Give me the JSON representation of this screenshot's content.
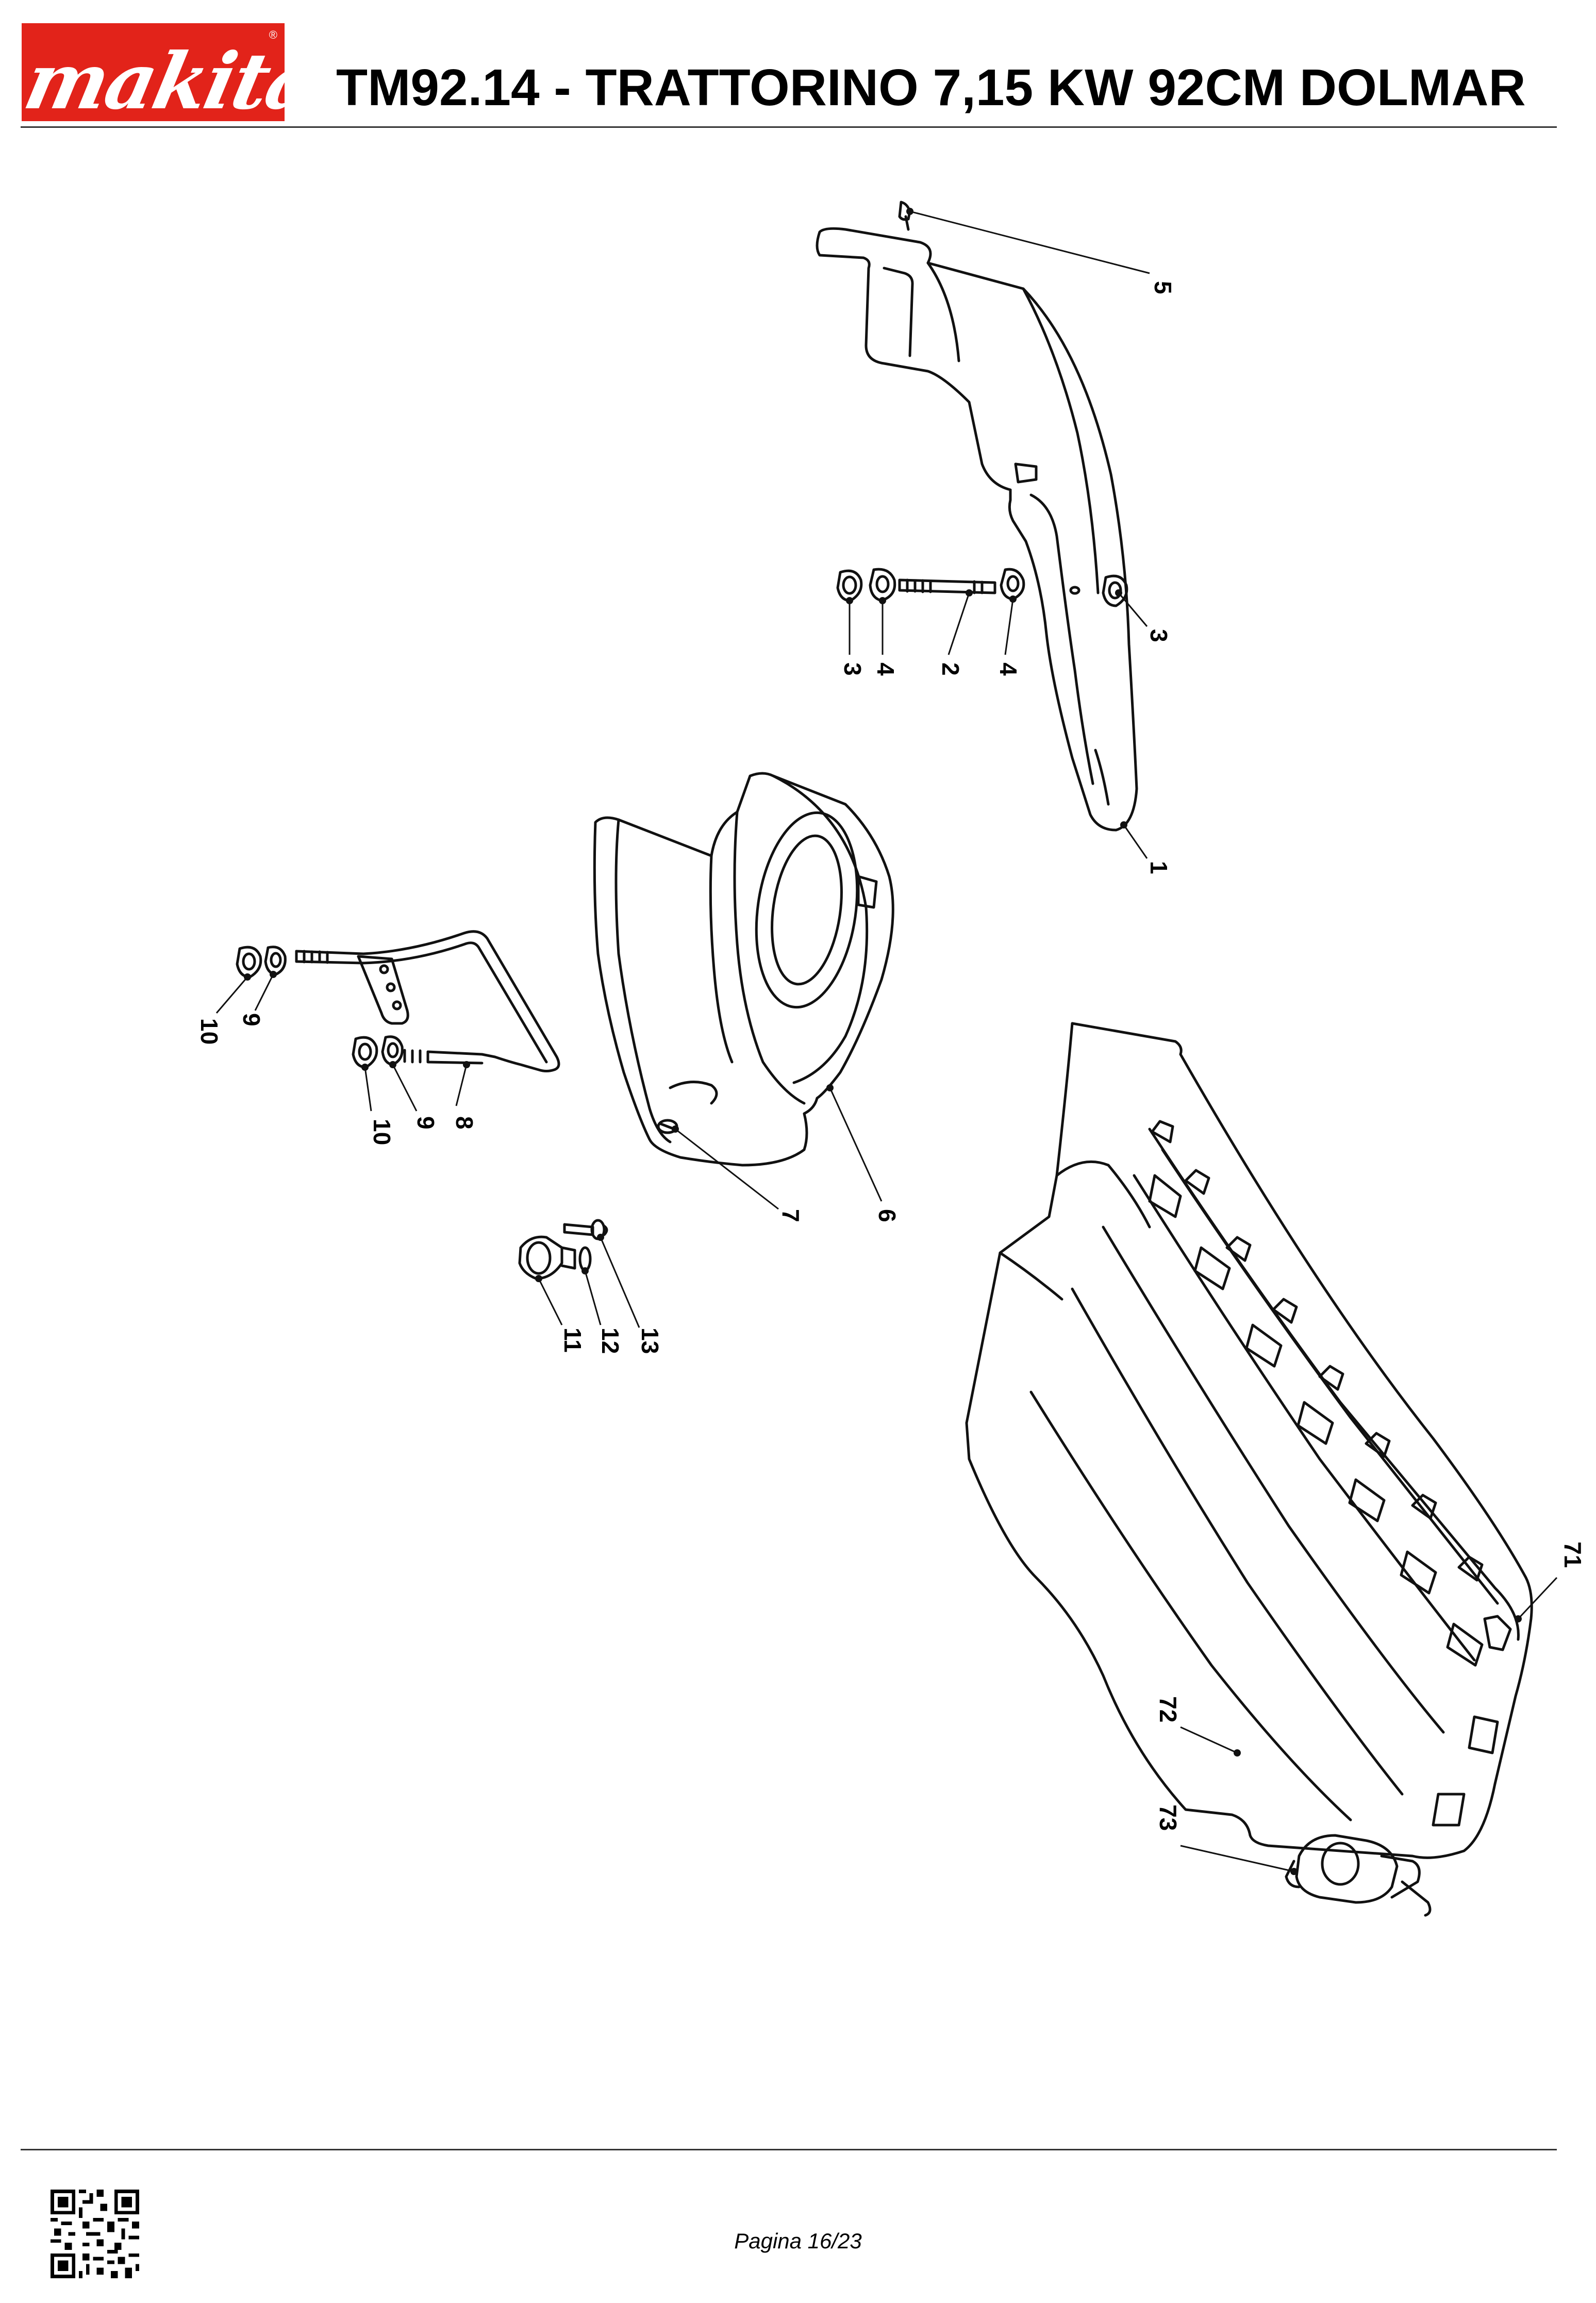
{
  "header": {
    "brand": "makita",
    "title": "TM92.14 - TRATTORINO 7,15 KW 92CM DOLMAR"
  },
  "diagram": {
    "callouts": [
      {
        "label": "5"
      },
      {
        "label": "3"
      },
      {
        "label": "4"
      },
      {
        "label": "2"
      },
      {
        "label": "4"
      },
      {
        "label": "3"
      },
      {
        "label": "1"
      },
      {
        "label": "10"
      },
      {
        "label": "9"
      },
      {
        "label": "10"
      },
      {
        "label": "9"
      },
      {
        "label": "8"
      },
      {
        "label": "7"
      },
      {
        "label": "6"
      },
      {
        "label": "11"
      },
      {
        "label": "12"
      },
      {
        "label": "13"
      },
      {
        "label": "71"
      },
      {
        "label": "72"
      },
      {
        "label": "73"
      }
    ]
  },
  "footer": {
    "page": "Pagina 16/23"
  },
  "colors": {
    "brand_red": "#e2231a",
    "line": "#111111"
  }
}
